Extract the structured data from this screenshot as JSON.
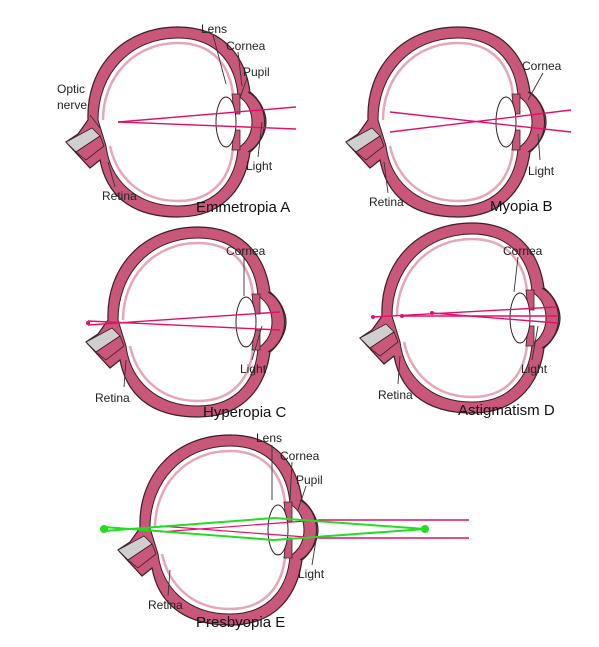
{
  "colors": {
    "tissue": "#c9577a",
    "tissue_light": "#e6a6b9",
    "ray": "#e0106a",
    "ray_green": "#22dd22",
    "nerve": "#cfcfcf",
    "outline": "#3a1f28"
  },
  "labels": {
    "lens": "Lens",
    "cornea": "Cornea",
    "pupil": "Pupil",
    "optic_nerve_line1": "Optic",
    "optic_nerve_line2": "nerve",
    "light": "Light",
    "retina": "Retina"
  },
  "panels": [
    {
      "id": "A",
      "caption": "Emmetropia A"
    },
    {
      "id": "B",
      "caption": "Myopia B"
    },
    {
      "id": "C",
      "caption": "Hyperopia C"
    },
    {
      "id": "D",
      "caption": "Astigmatism D"
    },
    {
      "id": "E",
      "caption": "Presbyopia E"
    }
  ]
}
